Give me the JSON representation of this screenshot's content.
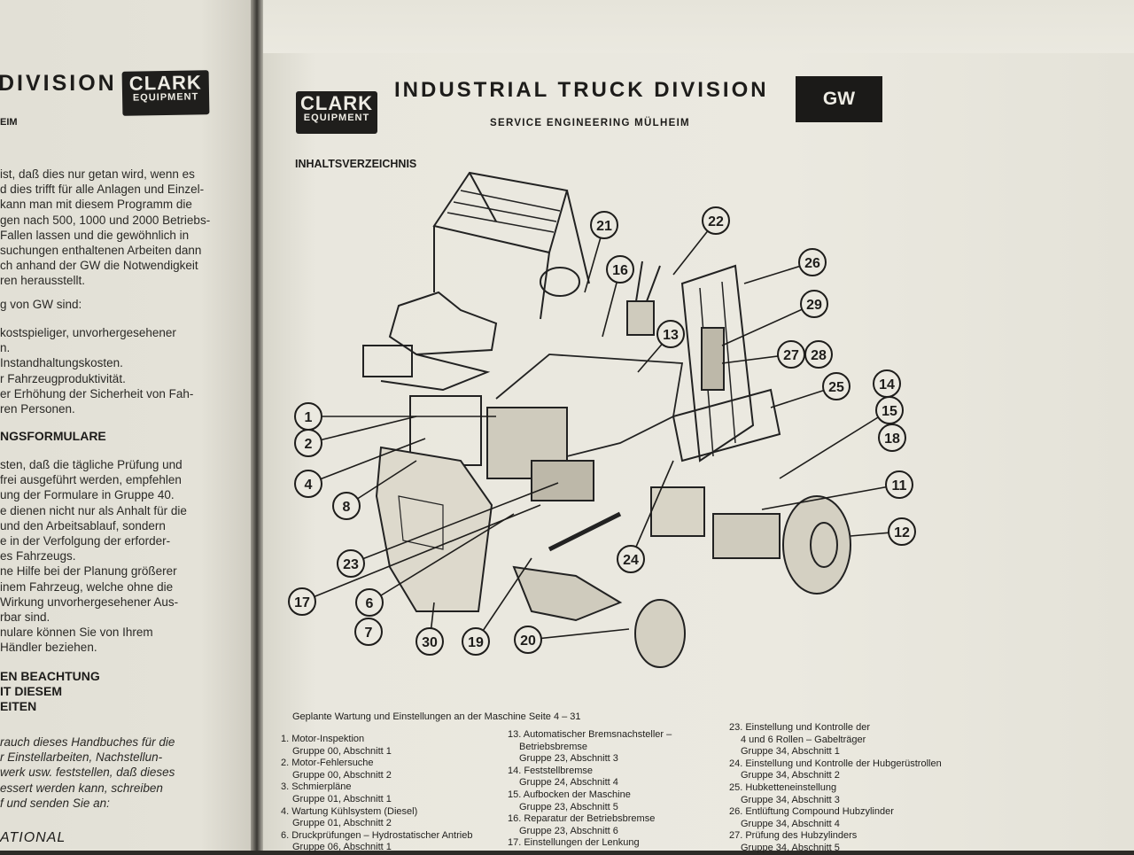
{
  "left_page": {
    "header_fragment": "DIVISION",
    "sub_fragment": "EIM",
    "logo": {
      "line1": "CLARK",
      "line2": "EQUIPMENT"
    },
    "paragraph1": [
      "ist, daß dies nur getan wird, wenn es",
      "d dies trifft für alle Anlagen und Einzel-",
      "kann man mit diesem Programm die",
      "gen nach 500, 1000 und 2000 Betriebs-",
      "Fallen lassen und die gewöhnlich in",
      "suchungen enthaltenen Arbeiten dann",
      "ch anhand der GW die Notwendigkeit",
      "ren herausstellt."
    ],
    "paragraph2": "g von GW sind:",
    "paragraph3": [
      "kostspieliger,     unvorhergesehener",
      "n.",
      "Instandhaltungskosten.",
      "r Fahrzeugproduktivität.",
      "er Erhöhung der Sicherheit von Fah-",
      "ren Personen."
    ],
    "heading2": "NGSFORMULARE",
    "paragraph4": [
      "sten, daß die tägliche Prüfung und",
      "frei ausgeführt werden, empfehlen",
      "ung der Formulare in Gruppe 40.",
      "e dienen nicht nur als Anhalt für die",
      "und den Arbeitsablauf, sondern",
      "e in der Verfolgung der erforder-",
      "es Fahrzeugs.",
      "ne Hilfe bei der Planung größerer",
      "inem Fahrzeug, welche ohne die",
      "Wirkung unvorhergesehener Aus-",
      "rbar sind.",
      "nulare können Sie von Ihrem",
      "Händler beziehen."
    ],
    "heading3": [
      "EN BEACHTUNG",
      "IT DIESEM",
      "EITEN"
    ],
    "paragraph5": [
      "rauch dieses Handbuches für die",
      "r Einstellarbeiten, Nachstellun-",
      "werk usw. feststellen, daß dieses",
      "essert werden kann, schreiben",
      "f und senden Sie an:"
    ],
    "footer_fragment": "ATIONAL"
  },
  "right_page": {
    "logo": {
      "line1": "CLARK",
      "line2": "EQUIPMENT"
    },
    "title": "INDUSTRIAL TRUCK DIVISION",
    "subtitle": "SERVICE ENGINEERING MÜLHEIM",
    "badge": "GW",
    "section_title": "INHALTSVERZEICHNIS",
    "callouts": [
      "21",
      "22",
      "26",
      "16",
      "29",
      "13",
      "27",
      "28",
      "25",
      "14",
      "15",
      "18",
      "1",
      "2",
      "4",
      "8",
      "11",
      "12",
      "23",
      "24",
      "17",
      "6",
      "7",
      "30",
      "19",
      "20"
    ],
    "caption": "Geplante Wartung und Einstellungen an der Maschine Seite 4 – 31",
    "columns": [
      [
        {
          "item": "1. Motor-Inspektion",
          "sub": [
            "Gruppe 00, Abschnitt 1"
          ]
        },
        {
          "item": "2. Motor-Fehlersuche",
          "sub": [
            "Gruppe 00, Abschnitt 2"
          ]
        },
        {
          "item": "3. Schmierpläne",
          "sub": [
            "Gruppe 01, Abschnitt 1"
          ]
        },
        {
          "item": "4. Wartung Kühlsystem (Diesel)",
          "sub": [
            "Gruppe 01, Abschnitt 2"
          ]
        },
        {
          "item": "6. Druckprüfungen – Hydrostatischer Antrieb",
          "sub": [
            "Gruppe 06, Abschnitt 1"
          ]
        }
      ],
      [
        {
          "item": "13. Automatischer Bremsnachsteller –",
          "sub": [
            "Betriebsbremse",
            "Gruppe 23, Abschnitt 3"
          ]
        },
        {
          "item": "14. Feststellbremse",
          "sub": [
            "Gruppe 24, Abschnitt 4"
          ]
        },
        {
          "item": "15. Aufbocken der Maschine",
          "sub": [
            "Gruppe 23, Abschnitt 5"
          ]
        },
        {
          "item": "16. Reparatur der Betriebsbremse",
          "sub": [
            "Gruppe 23, Abschnitt 6"
          ]
        },
        {
          "item": "17. Einstellungen der Lenkung",
          "sub": []
        }
      ],
      [
        {
          "item": "23. Einstellung und Kontrolle der",
          "sub": [
            "4 und 6 Rollen – Gabelträger",
            "Gruppe 34, Abschnitt 1"
          ]
        },
        {
          "item": "24. Einstellung und Kontrolle der Hubgerüstrollen",
          "sub": [
            "Gruppe 34, Abschnitt 2"
          ]
        },
        {
          "item": "25. Hubketteneinstellung",
          "sub": [
            "Gruppe 34, Abschnitt 3"
          ]
        },
        {
          "item": "26. Entlüftung Compound Hubzylinder",
          "sub": [
            "Gruppe 34, Abschnitt 4"
          ]
        },
        {
          "item": "27. Prüfung des Hubzylinders",
          "sub": [
            "Gruppe 34, Abschnitt 5"
          ]
        }
      ]
    ]
  }
}
